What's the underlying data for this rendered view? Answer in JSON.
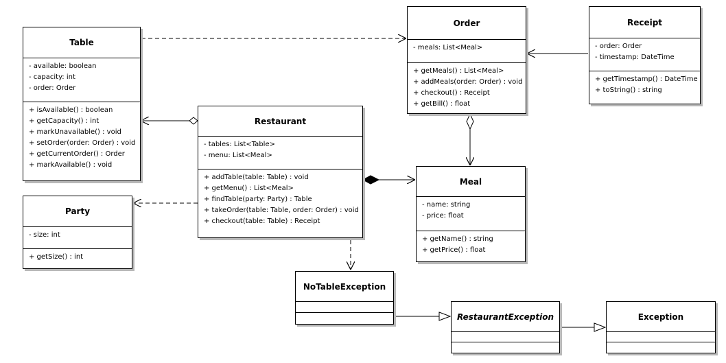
{
  "classes": {
    "table": {
      "name": "Table",
      "attributes": [
        "- available: boolean",
        "- capacity: int",
        "- order: Order"
      ],
      "operations": [
        "+ isAvailable() : boolean",
        "+ getCapacity() : int",
        "+ markUnavailable() : void",
        "+ setOrder(order: Order) : void",
        "+ getCurrentOrder() : Order",
        "+ markAvailable() : void"
      ]
    },
    "order": {
      "name": "Order",
      "attributes": [
        "- meals: List<Meal>"
      ],
      "operations": [
        "+ getMeals() : List<Meal>",
        "+ addMeals(order: Order) : void",
        "+ checkout() : Receipt",
        "+ getBill() : float"
      ]
    },
    "receipt": {
      "name": "Receipt",
      "attributes": [
        "- order: Order",
        "- timestamp: DateTime"
      ],
      "operations": [
        "+ getTimestamp() : DateTime",
        "+ toString() : string"
      ]
    },
    "restaurant": {
      "name": "Restaurant",
      "attributes": [
        "- tables: List<Table>",
        "- menu: List<Meal>"
      ],
      "operations": [
        "+ addTable(table: Table) : void",
        "+ getMenu() : List<Meal>",
        "+ findTable(party: Party) : Table",
        "+ takeOrder(table: Table, order: Order) : void",
        "+ checkout(table: Table) : Receipt"
      ]
    },
    "meal": {
      "name": "Meal",
      "attributes": [
        "- name: string",
        "- price: float"
      ],
      "operations": [
        "+ getName() : string",
        "+ getPrice() : float"
      ]
    },
    "party": {
      "name": "Party",
      "attributes": [
        "- size: int"
      ],
      "operations": [
        "+ getSize() : int"
      ]
    },
    "notable": {
      "name": "NoTableException",
      "attributes": [],
      "operations": []
    },
    "restexc": {
      "name": "RestaurantException",
      "attributes": [],
      "operations": []
    },
    "exception": {
      "name": "Exception",
      "attributes": [],
      "operations": []
    }
  }
}
